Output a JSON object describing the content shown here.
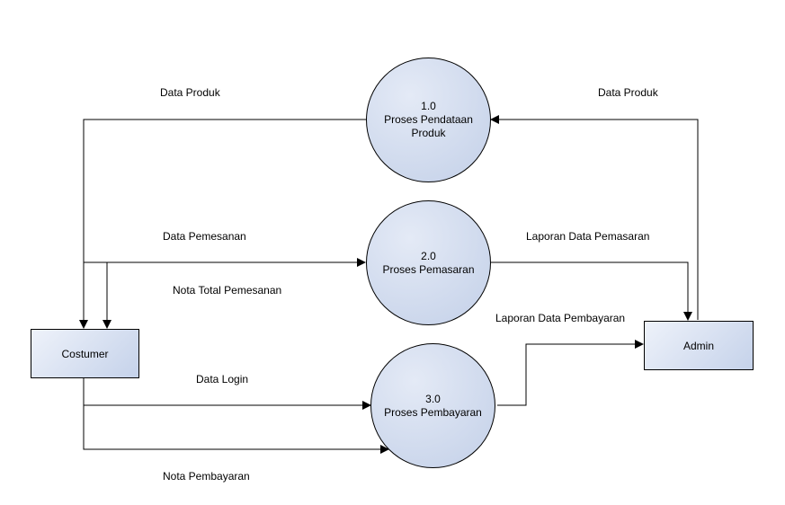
{
  "processes": [
    {
      "number": "1.0",
      "line1": "Proses Pendataan",
      "line2": "Produk"
    },
    {
      "number": "2.0",
      "line1": "Proses Pemasaran",
      "line2": ""
    },
    {
      "number": "3.0",
      "line1": "Proses Pembayaran",
      "line2": ""
    }
  ],
  "entities": {
    "costumer": "Costumer",
    "admin": "Admin"
  },
  "flows": {
    "data_produk_left": "Data Produk",
    "data_produk_right": "Data Produk",
    "data_pemesanan": "Data Pemesanan",
    "nota_total_pemesanan": "Nota Total Pemesanan",
    "laporan_data_pemasaran": "Laporan Data Pemasaran",
    "laporan_data_pembayaran": "Laporan Data Pembayaran",
    "data_login": "Data Login",
    "nota_pembayaran": "Nota Pembayaran"
  },
  "colors": {
    "line": "#000000",
    "fill_light": "#eef2fa",
    "fill_dark": "#c3d0e8"
  }
}
